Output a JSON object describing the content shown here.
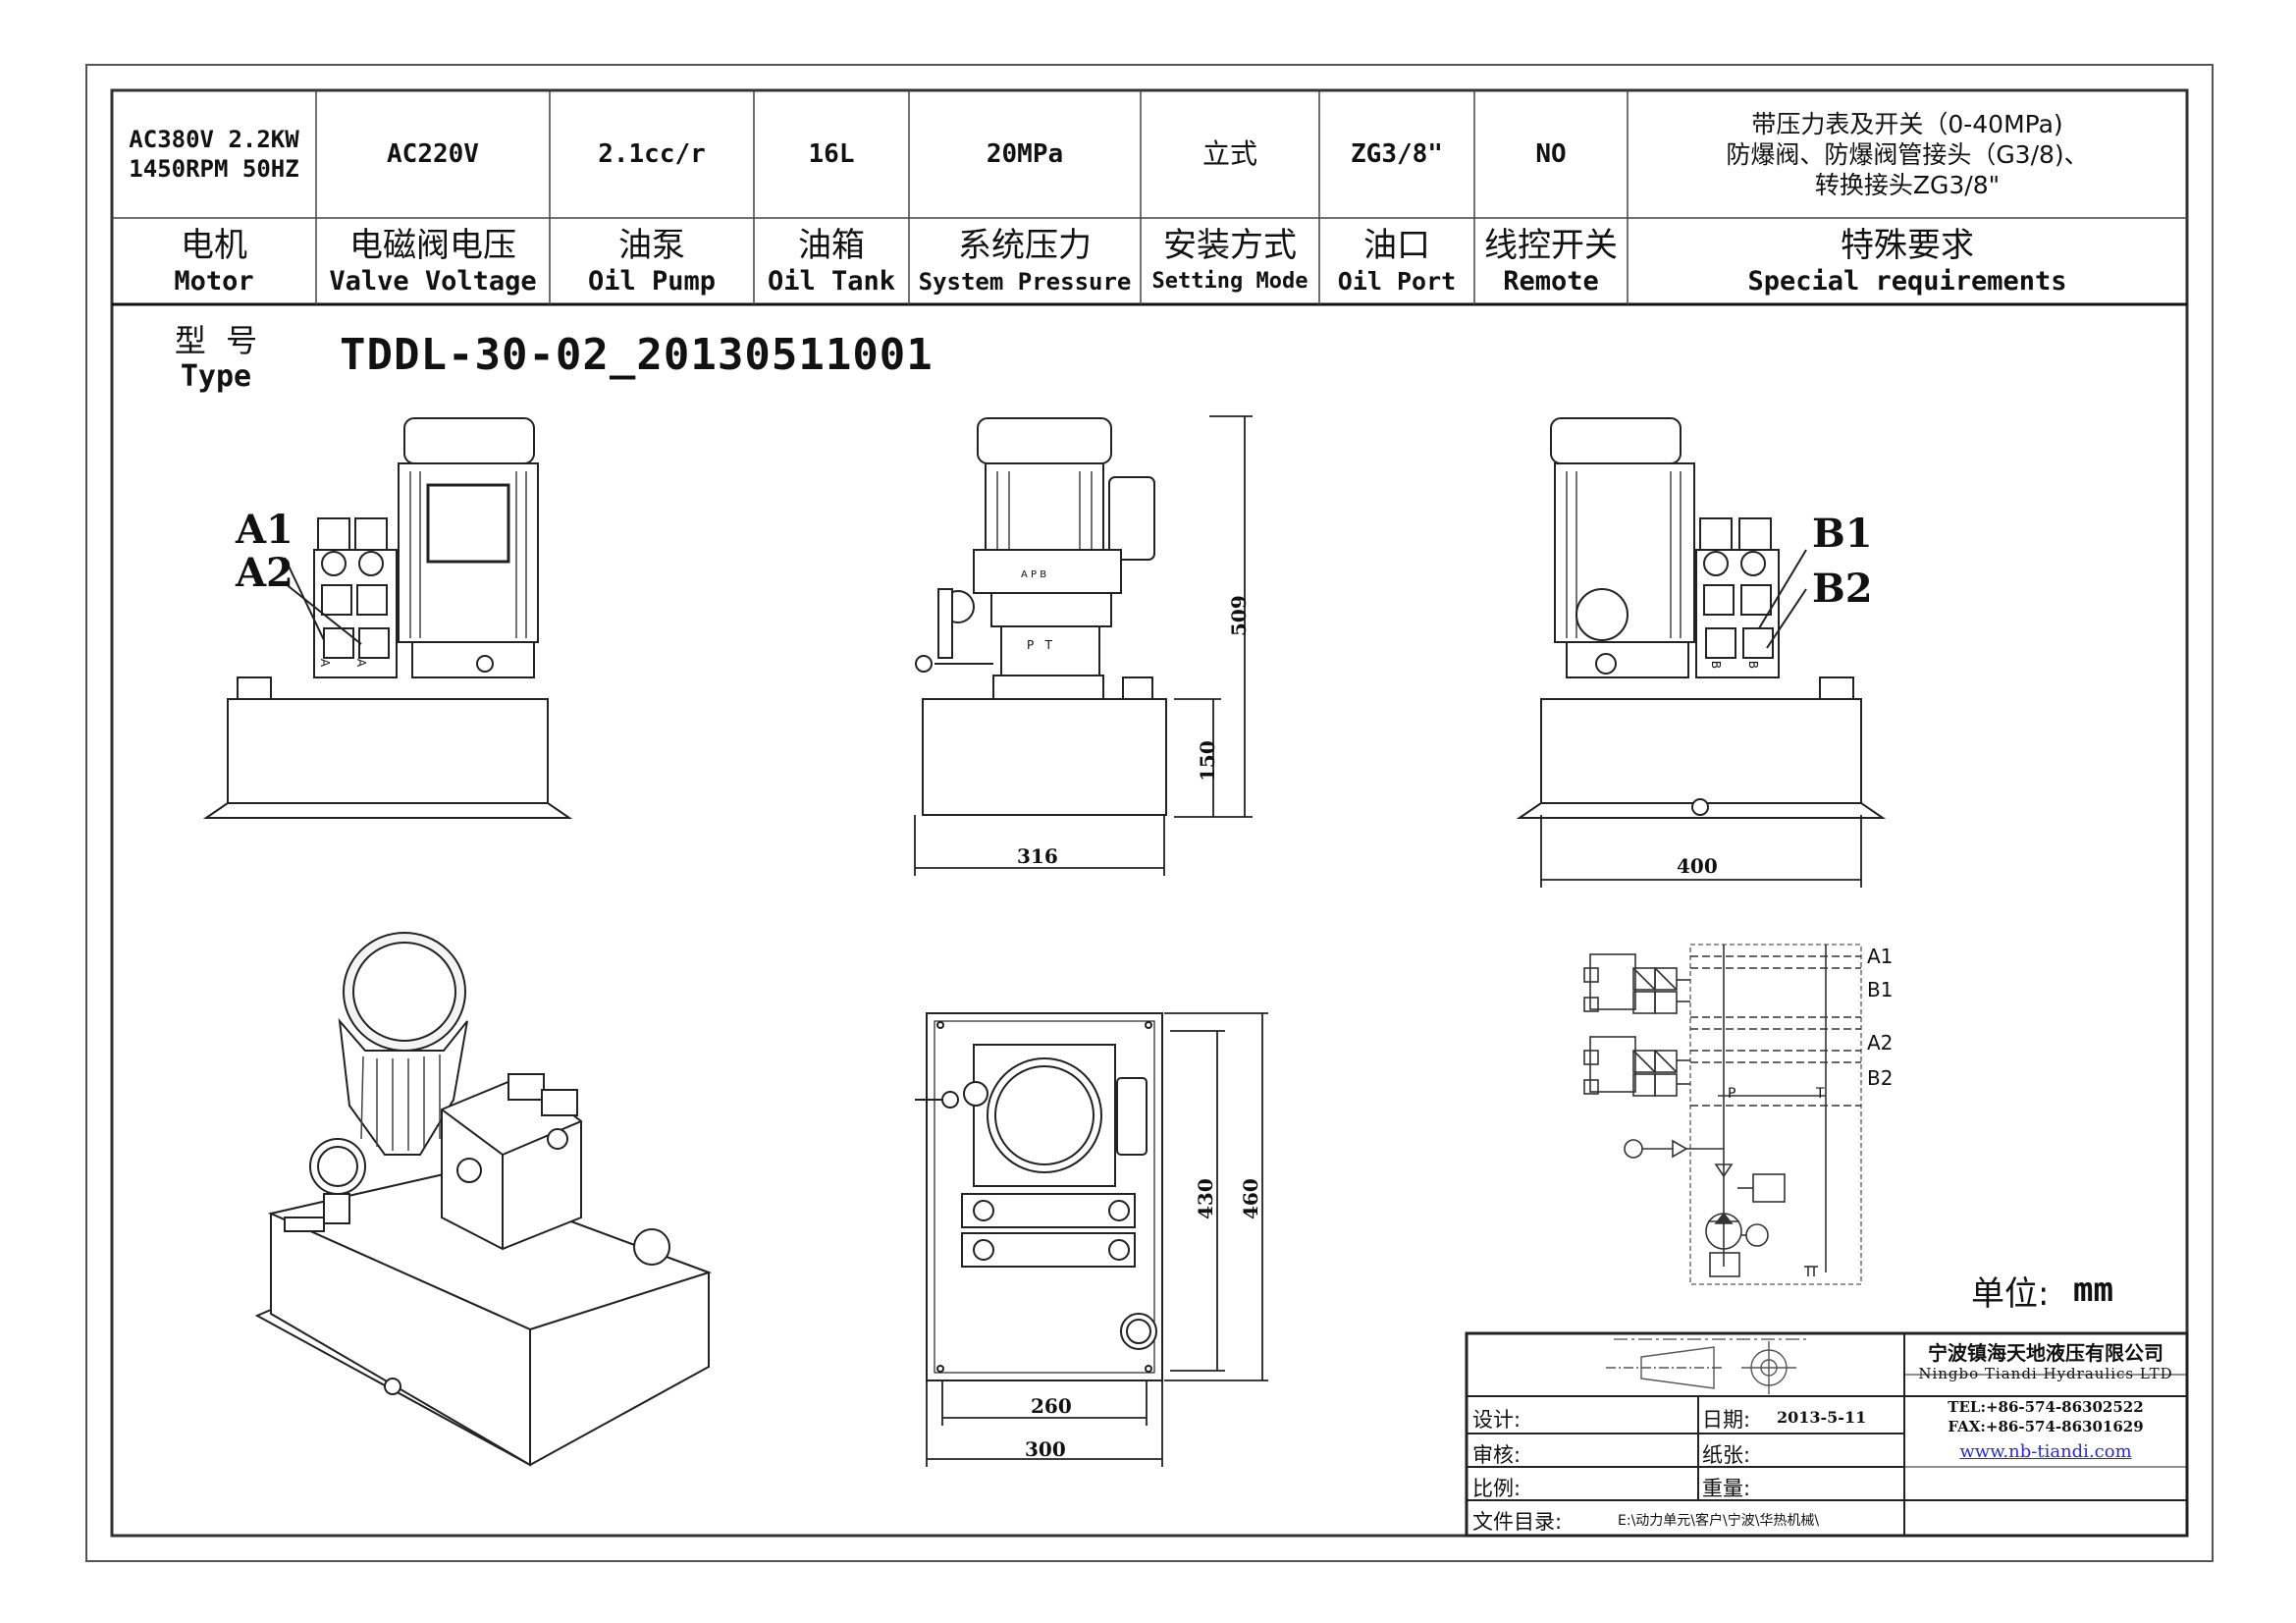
{
  "spec_values": [
    {
      "key": "motor",
      "text": "AC380V 2.2KW\n1450RPM 50HZ"
    },
    {
      "key": "valve_voltage",
      "text": "AC220V"
    },
    {
      "key": "oil_pump",
      "text": "2.1cc/r"
    },
    {
      "key": "oil_tank",
      "text": "16L"
    },
    {
      "key": "system_pressure",
      "text": "20MPa"
    },
    {
      "key": "setting_mode",
      "text": "立式"
    },
    {
      "key": "oil_port",
      "text": "ZG3/8\""
    },
    {
      "key": "remote",
      "text": "NO"
    },
    {
      "key": "special",
      "text": "带压力表及开关（0-40MPa)\n防爆阀、防爆阀管接头（G3/8)、\n转换接头ZG3/8\""
    }
  ],
  "spec_labels": [
    {
      "cn": "电机",
      "en": "Motor"
    },
    {
      "cn": "电磁阀电压",
      "en": "Valve Voltage"
    },
    {
      "cn": "油泵",
      "en": "Oil Pump"
    },
    {
      "cn": "油箱",
      "en": "Oil Tank"
    },
    {
      "cn": "系统压力",
      "en": "System Pressure"
    },
    {
      "cn": "安装方式",
      "en": "Setting Mode"
    },
    {
      "cn": "油口",
      "en": "Oil Port"
    },
    {
      "cn": "线控开关",
      "en": "Remote"
    },
    {
      "cn": "特殊要求",
      "en": "Special requirements"
    }
  ],
  "type_block": {
    "label_cn": "型  号",
    "label_en": "Type",
    "model": "TDDL-30-02_20130511001"
  },
  "callouts": {
    "a1": "A1",
    "a2": "A2",
    "b1": "B1",
    "b2": "B2"
  },
  "valve_marks": {
    "a": "A",
    "b": "B",
    "apb": "A P B",
    "pt": "P   T"
  },
  "dimensions": {
    "h509": "509",
    "h150": "150",
    "w316": "316",
    "w400": "400",
    "h430": "430",
    "h460": "460",
    "w260": "260",
    "w300": "300"
  },
  "schematic_ports": {
    "a1": "A1",
    "b1": "B1",
    "a2": "A2",
    "b2": "B2",
    "p": "P",
    "t": "T"
  },
  "unit": {
    "label": "单位:",
    "value": "mm"
  },
  "title_block": {
    "company_cn": "宁波镇海天地液压有限公司",
    "company_en": "Ningbo Tiandi Hydraulics LTD",
    "tel": "TEL:+86-574-86302522",
    "fax": "FAX:+86-574-86301629",
    "website": "www.nb-tiandi.com",
    "design_label": "设计:",
    "date_label": "日期:",
    "date_value": "2013-5-11",
    "review_label": "审核:",
    "sheets_label": "纸张:",
    "scale_label": "比例:",
    "weight_label": "重量:",
    "dir_label": "文件目录:",
    "dir_value": "E:\\动力单元\\客户\\宁波\\华热机械\\"
  }
}
